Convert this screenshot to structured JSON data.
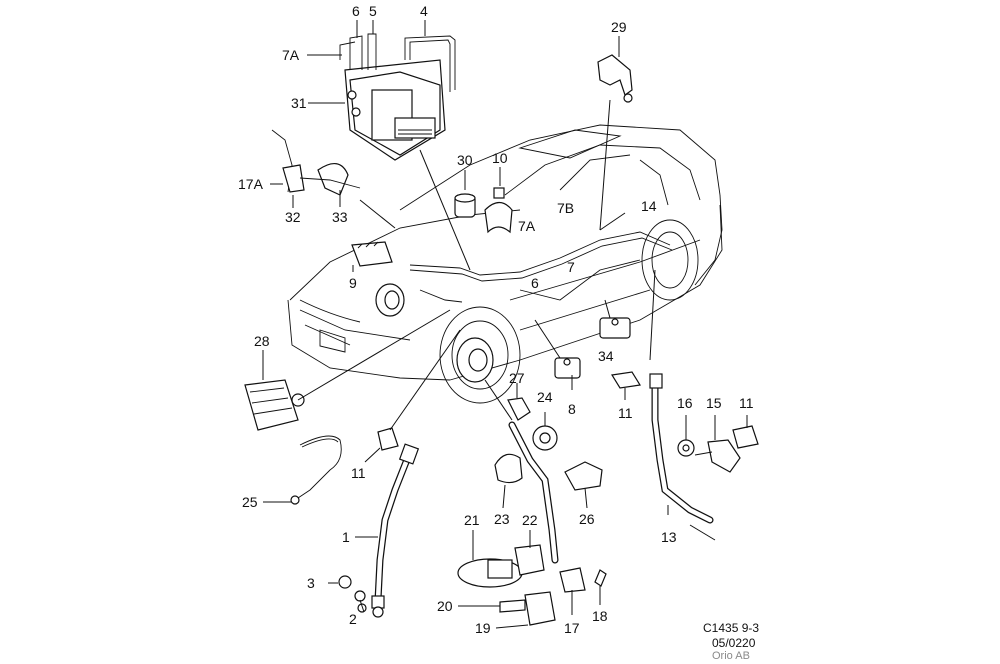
{
  "labels": {
    "l1": "1",
    "l2": "2",
    "l3": "3",
    "l4": "4",
    "l5": "5",
    "l6a": "6",
    "l6b": "6",
    "l7": "7",
    "l7a_top": "7A",
    "l7a_mid": "7A",
    "l7b": "7B",
    "l8": "8",
    "l9": "9",
    "l10": "10",
    "l11a": "11",
    "l11b": "11",
    "l11c": "11",
    "l13": "13",
    "l14": "14",
    "l15": "15",
    "l16": "16",
    "l17": "17",
    "l17a": "17A",
    "l18": "18",
    "l19": "19",
    "l20": "20",
    "l21": "21",
    "l22": "22",
    "l23": "23",
    "l24": "24",
    "l25": "25",
    "l26": "26",
    "l27": "27",
    "l28": "28",
    "l29": "29",
    "l30": "30",
    "l31": "31",
    "l32": "32",
    "l33": "33",
    "l34": "34"
  },
  "footer": {
    "code": "C1435 9-3",
    "date": "05/0220",
    "company": "Orio AB"
  }
}
